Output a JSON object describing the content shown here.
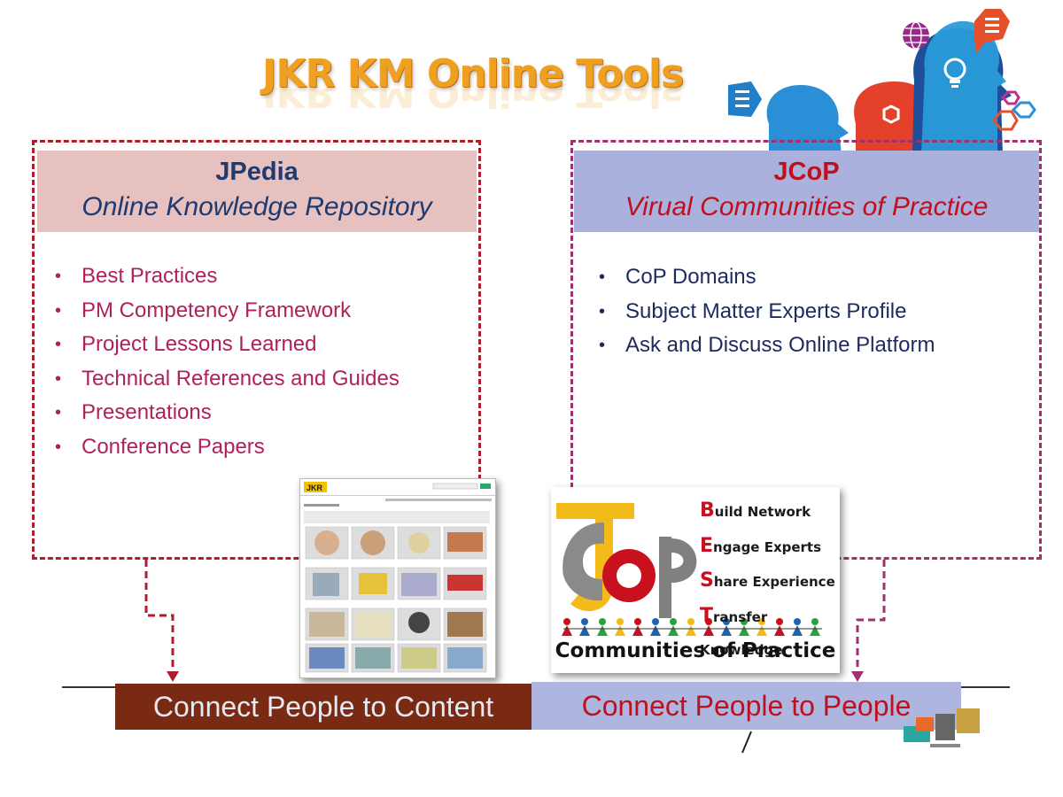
{
  "page": {
    "title": "JKR KM Online Tools"
  },
  "jpedia": {
    "title": "JPedia",
    "subtitle": "Online Knowledge Repository",
    "items": [
      "Best Practices",
      "PM Competency Framework",
      "Project Lessons Learned",
      "Technical References and Guides",
      "Presentations",
      "Conference Papers"
    ],
    "bullet": "•",
    "screenshot_header": "JKR"
  },
  "jcop": {
    "title": "JCoP",
    "subtitle": "Virual Communities of Practice",
    "items": [
      "CoP Domains",
      "Subject Matter Experts Profile",
      "Ask and Discuss Online Platform"
    ],
    "bullet": "•",
    "logo": {
      "letters": [
        "B",
        "E",
        "S",
        "T"
      ],
      "words": [
        "uild Network",
        "ngage Experts",
        "hare Experience",
        "ransfer Knowledge"
      ],
      "footer": "Communities of Practice"
    }
  },
  "bottom": {
    "left_label": "Connect People to Content",
    "right_label": "Connect People to People"
  },
  "colors": {
    "title": "#f0a020",
    "jpedia_border": "#b01c2e",
    "jcop_border": "#a0306e",
    "jpedia_header_bg": "#e7c0c0",
    "jcop_header_bg": "#a9b1dc",
    "bar_left": "#7a2a12",
    "bar_right": "#aeb5df"
  },
  "icons": [
    "globe-icon",
    "list-icon",
    "lightbulb-icon",
    "hexagon-icon",
    "head-silhouette-icon",
    "arrow-down-icon",
    "jkr-logo-icon"
  ]
}
